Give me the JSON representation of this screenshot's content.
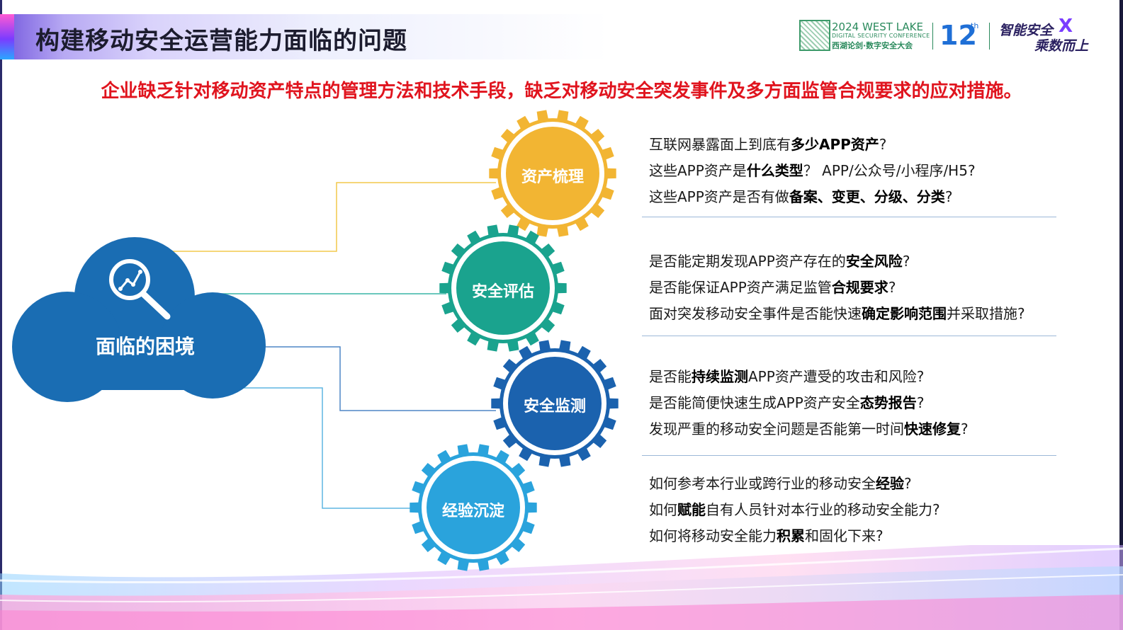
{
  "header": {
    "title": "构建移动安全运营能力面临的问题",
    "logo": {
      "event_line1": "2024 WEST LAKE",
      "event_line2": "DIGITAL SECURITY CONFERENCE",
      "event_line3": "西湖论剑·数字安全大会",
      "edition": "12",
      "edition_suffix": "th",
      "slogan_line1": "智能安全",
      "slogan_x": "X",
      "slogan_line2": "乘数而上"
    }
  },
  "subtitle": "企业缺乏针对移动资产特点的管理方法和技术手段，缺乏对移动安全突发事件及多方面监管合规要求的应对措施。",
  "cloud": {
    "label": "面临的困境",
    "icon": "search-analytics-icon",
    "color": "#1a6db3"
  },
  "gears": [
    {
      "label": "资产梳理",
      "color": "#f2b533"
    },
    {
      "label": "安全评估",
      "color": "#1aa38e"
    },
    {
      "label": "安全监测",
      "color": "#1b62ae"
    },
    {
      "label": "经验沉淀",
      "color": "#2aa3dc"
    }
  ],
  "question_groups": [
    {
      "lines": [
        {
          "pre": "互联网暴露面上到底有",
          "bold": "多少APP资产",
          "post": "?"
        },
        {
          "pre": "这些APP资产是",
          "bold": "什么类型",
          "post": "？ APP/公众号/小程序/H5?"
        },
        {
          "pre": "这些APP资产是否有做",
          "bold": "备案、变更、分级、分类",
          "post": "?"
        }
      ]
    },
    {
      "lines": [
        {
          "pre": "是否能定期发现APP资产存在的",
          "bold": "安全风险",
          "post": "?"
        },
        {
          "pre": "是否能保证APP资产满足监管",
          "bold": "合规要求",
          "post": "?"
        },
        {
          "pre": "面对突发移动安全事件是否能快速",
          "bold": "确定影响范围",
          "post": "并采取措施?"
        }
      ]
    },
    {
      "lines": [
        {
          "pre": "是否能",
          "bold": "持续监测",
          "post": "APP资产遭受的攻击和风险?"
        },
        {
          "pre": "是否能简便快速生成APP资产安全",
          "bold": "态势报告",
          "post": "?"
        },
        {
          "pre": "发现严重的移动安全问题是否能第一时间",
          "bold": "快速修复",
          "post": "?"
        }
      ]
    },
    {
      "lines": [
        {
          "pre": "如何参考本行业或跨行业的移动安全",
          "bold": "经验",
          "post": "?"
        },
        {
          "pre": "如何",
          "bold": "赋能",
          "post": "自有人员针对本行业的移动安全能力?"
        },
        {
          "pre": "如何将移动安全能力",
          "bold": "积累",
          "post": "和固化下来?"
        }
      ]
    }
  ],
  "colors": {
    "title_text": "#1c1c2e",
    "subtitle": "#e0141e",
    "divider": "#9cb8d8",
    "connector_gold": "#f2c94c",
    "connector_teal": "#39b5a5",
    "connector_blue": "#4f86c6",
    "connector_sky": "#5eb6e2"
  }
}
